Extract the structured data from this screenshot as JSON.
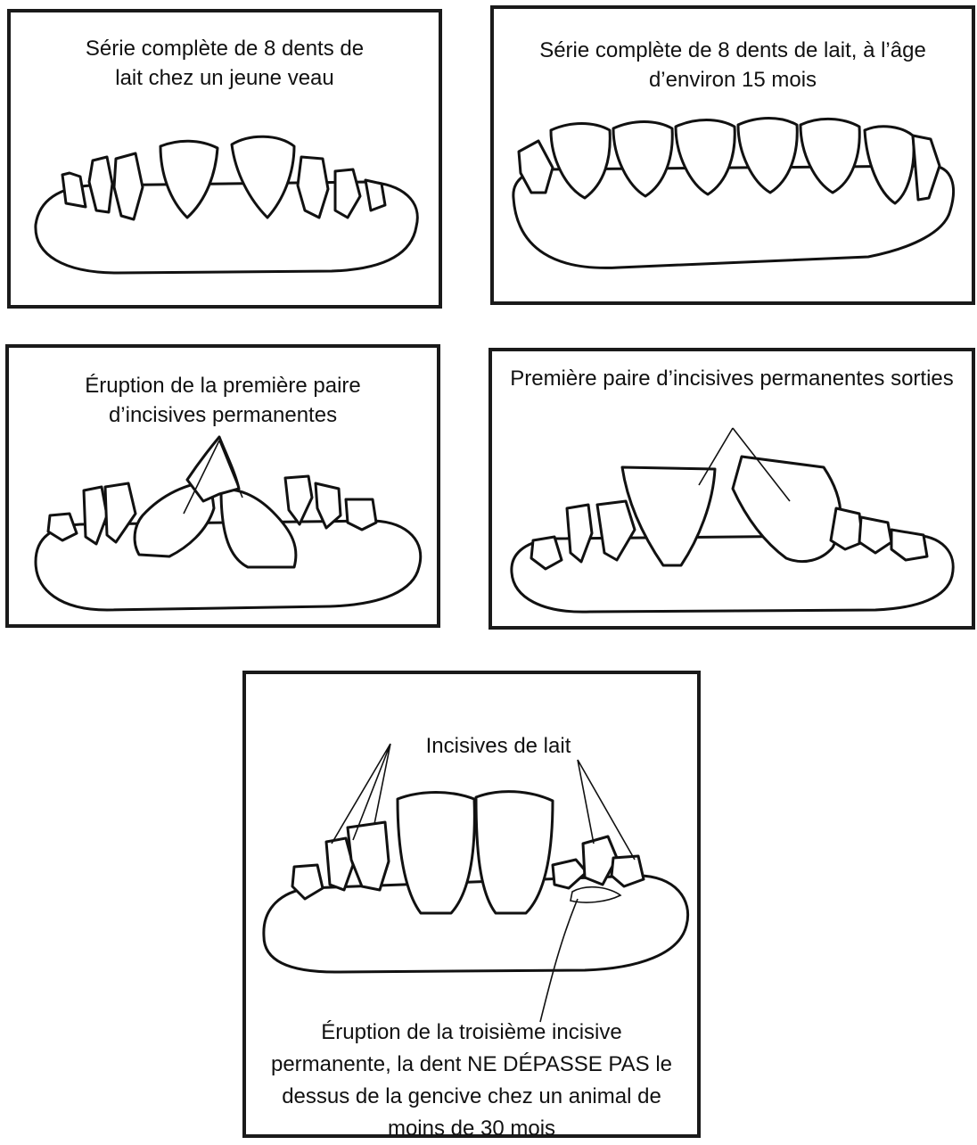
{
  "panels": {
    "top_left": {
      "caption": "Série complète de 8 dents de lait chez un jeune veau"
    },
    "top_right": {
      "caption": "Série complète de 8 dents de lait, à l’âge d’environ 15 mois"
    },
    "mid_left": {
      "caption": "Éruption de la première paire d’incisives permanentes"
    },
    "mid_right": {
      "caption": "Première paire d’incisives permanentes sorties"
    },
    "bottom": {
      "top_label": "Incisives de lait",
      "bottom_caption": "Éruption de la troisième incisive permanente, la dent NE DÉPASSE PAS le dessus de la gencive chez un animal de moins de 30 mois"
    }
  }
}
